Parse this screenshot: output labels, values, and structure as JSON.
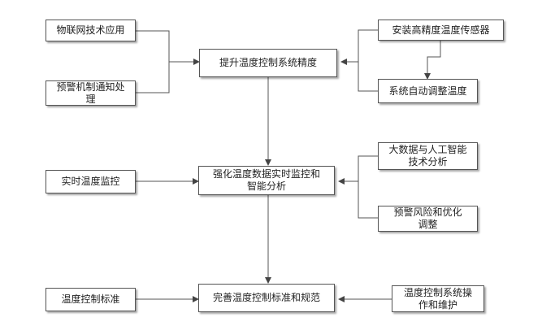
{
  "nodes": {
    "iot_app": "物联网技术应用",
    "warning_handle": "预警机制通知处\n理",
    "improve_precision": "提升温度控制系统精度",
    "install_sensor": "安装高精度温度传感器",
    "auto_adjust": "系统自动调整温度",
    "realtime_monitor": "实时温度监控",
    "enhance_monitoring": "强化温度数据实时监控和\n智能分析",
    "bigdata_ai": "大数据与人工智能\n技术分析",
    "risk_warning": "预警风险和优化\n调整",
    "temp_standard": "温度控制标准",
    "improve_standard": "完善温度控制标准和规范",
    "operation_maintenance": "温度控制系统操\n作和维护"
  }
}
